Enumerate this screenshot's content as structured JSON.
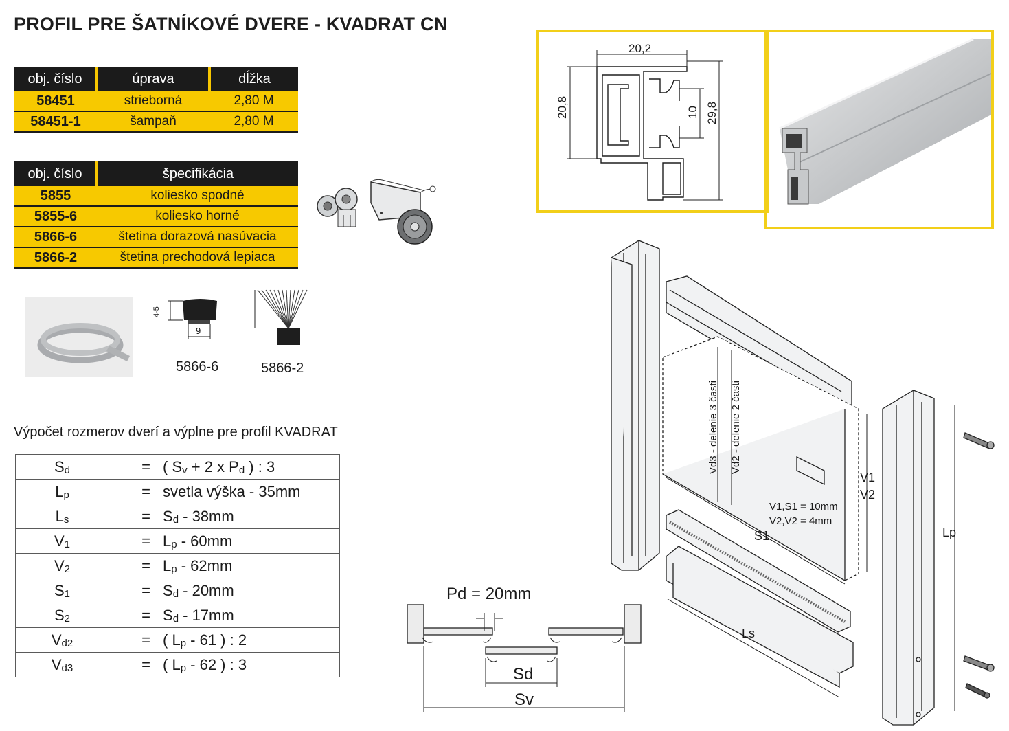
{
  "title": "PROFIL PRE ŠATNÍKOVÉ DVERE - KVADRAT CN",
  "table1": {
    "headers": [
      "obj. číslo",
      "úprava",
      "dĺžka"
    ],
    "rows": [
      {
        "code": "58451",
        "finish": "strieborná",
        "length": "2,80 M"
      },
      {
        "code": "58451-1",
        "finish": "šampaň",
        "length": "2,80 M"
      }
    ]
  },
  "table2": {
    "headers": [
      "obj. číslo",
      "špecifikácia"
    ],
    "rows": [
      {
        "code": "5855",
        "spec": "koliesko spodné"
      },
      {
        "code": "5855-6",
        "spec": "koliesko horné"
      },
      {
        "code": "5866-6",
        "spec": "štetina dorazová nasúvacia"
      },
      {
        "code": "5866-2",
        "spec": "štetina prechodová lepiaca"
      }
    ]
  },
  "brush_captions": {
    "a": "5866-6",
    "b": "5866-2",
    "dim_h": "4-5",
    "dim_w": "9"
  },
  "calc_title": "Výpočet rozmerov dverí a výplne pre profil KVADRAT",
  "formulas": [
    {
      "sym": "S",
      "sub": "d",
      "eq": "=",
      "expr": [
        "( S",
        "v",
        " + 2 x P",
        "d",
        " ) : 3"
      ]
    },
    {
      "sym": "L",
      "sub": "p",
      "eq": "=",
      "expr": [
        "svetla výška - 35mm"
      ]
    },
    {
      "sym": "L",
      "sub": "s",
      "eq": "=",
      "expr": [
        "S",
        "d",
        " - 38mm"
      ]
    },
    {
      "sym": "V",
      "sub": "1",
      "eq": "=",
      "expr": [
        "L",
        "p",
        " - 60mm"
      ]
    },
    {
      "sym": "V",
      "sub": "2",
      "eq": "=",
      "expr": [
        "L",
        "p",
        " - 62mm"
      ]
    },
    {
      "sym": "S",
      "sub": "1",
      "eq": "=",
      "expr": [
        "S",
        "d",
        " - 20mm"
      ]
    },
    {
      "sym": "S",
      "sub": "2",
      "eq": "=",
      "expr": [
        "S",
        "d",
        " - 17mm"
      ]
    },
    {
      "sym": "V",
      "sub": "d2",
      "eq": "=",
      "expr": [
        "( L",
        "p",
        " - 61 ) : 2"
      ]
    },
    {
      "sym": "V",
      "sub": "d3",
      "eq": "=",
      "expr": [
        "( L",
        "p",
        " - 62 ) : 3"
      ]
    }
  ],
  "profile_dims": {
    "width": "20,2",
    "height_left": "20,8",
    "mid": "10",
    "height_right": "29,8"
  },
  "assembly_labels": {
    "vd3": "Vd3 - delenie 3 časti",
    "vd2": "Vd2 - delenie 2 časti",
    "v1": "V1",
    "v2": "V2",
    "note1": "V1,S1 = 10mm",
    "note2": "V2,V2  = 4mm",
    "s1": "S1",
    "lp": "Lp",
    "ls": "Ls"
  },
  "plan_labels": {
    "pd": "Pd = 20mm",
    "sd": "Sd",
    "sv": "Sv"
  },
  "colors": {
    "accent_yellow": "#f7c900",
    "dark": "#1b1b1b",
    "frame_yellow": "#f2cf19",
    "aluminium": "#b9bcbf"
  }
}
